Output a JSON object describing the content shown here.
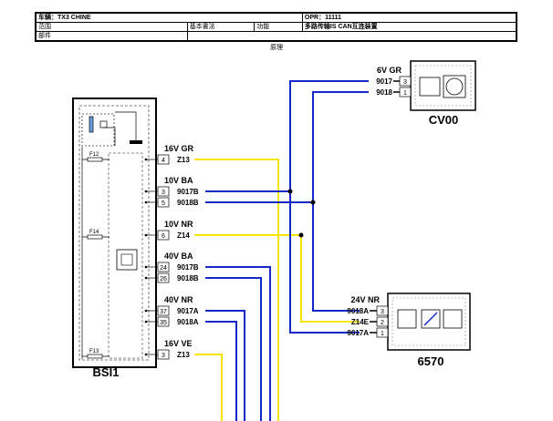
{
  "header": {
    "row1": {
      "label1": "车辆：TX3 CHINE",
      "label2": "OPR：11111"
    },
    "row2": {
      "c1": "范围",
      "c2": "基本書法",
      "c3": "功能",
      "c4": "多路传输IS CAN互连装置"
    },
    "row3": {
      "c1": "部件"
    }
  },
  "diagram": {
    "caption": "原理",
    "colors": {
      "yellow": "#f5e600",
      "blue": "#1428c8",
      "black": "#000000"
    },
    "bsi": {
      "name": "BSI1",
      "fuses": [
        "F12",
        "F14",
        "F13"
      ],
      "connectors": [
        {
          "label": "16V GR",
          "pins": [
            {
              "pin": "4",
              "wire": "Z13"
            }
          ]
        },
        {
          "label": "10V BA",
          "pins": [
            {
              "pin": "3",
              "wire": "9017B"
            },
            {
              "pin": "5",
              "wire": "9018B"
            }
          ]
        },
        {
          "label": "10V NR",
          "pins": [
            {
              "pin": "6",
              "wire": "Z14"
            }
          ]
        },
        {
          "label": "40V BA",
          "pins": [
            {
              "pin": "24",
              "wire": "9017B"
            },
            {
              "pin": "26",
              "wire": "9018B"
            }
          ]
        },
        {
          "label": "40V NR",
          "pins": [
            {
              "pin": "37",
              "wire": "9017A"
            },
            {
              "pin": "35",
              "wire": "9018A"
            }
          ]
        },
        {
          "label": "16V VE",
          "pins": [
            {
              "pin": "3",
              "wire": "Z13"
            }
          ]
        }
      ]
    },
    "cv00": {
      "name": "CV00",
      "connector": "6V GR",
      "pins": [
        {
          "pin": "3",
          "wire": "9017"
        },
        {
          "pin": "1",
          "wire": "9018"
        }
      ]
    },
    "comp6570": {
      "name": "6570",
      "connector": "24V NR",
      "pins": [
        {
          "pin": "3",
          "wire": "9018A"
        },
        {
          "pin": "2",
          "wire": "Z14E"
        },
        {
          "pin": "1",
          "wire": "9017A"
        }
      ]
    }
  }
}
